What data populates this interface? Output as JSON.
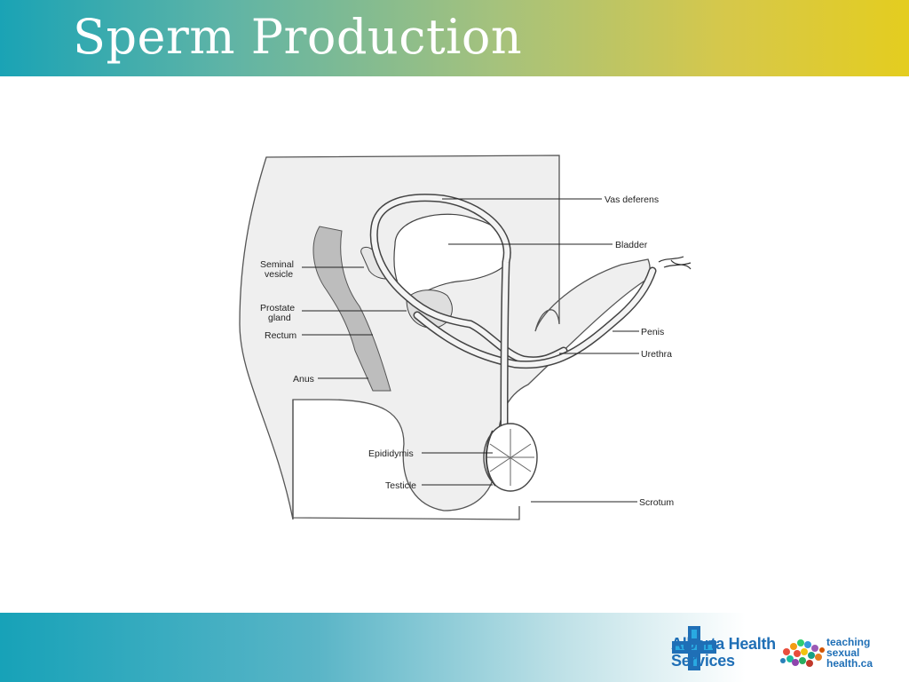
{
  "slide": {
    "title": "Sperm Production"
  },
  "diagram": {
    "labels": {
      "vas_deferens": "Vas deferens",
      "bladder": "Bladder",
      "seminal_vesicle_1": "Seminal",
      "seminal_vesicle_2": "vesicle",
      "prostate_1": "Prostate",
      "prostate_2": "gland",
      "rectum": "Rectum",
      "penis": "Penis",
      "urethra": "Urethra",
      "anus": "Anus",
      "epididymis": "Epididymis",
      "testicle": "Testicle",
      "scrotum": "Scrotum"
    }
  },
  "footer": {
    "ahs_line1": "Alberta Health",
    "ahs_line2": "Services",
    "tsh_line1": "teaching",
    "tsh_line2": "sexual",
    "tsh_line3": "health.ca"
  },
  "colors": {
    "header_start": "#1aa3b5",
    "header_end": "#e4cd1f",
    "brand_blue": "#1f6fb6"
  }
}
